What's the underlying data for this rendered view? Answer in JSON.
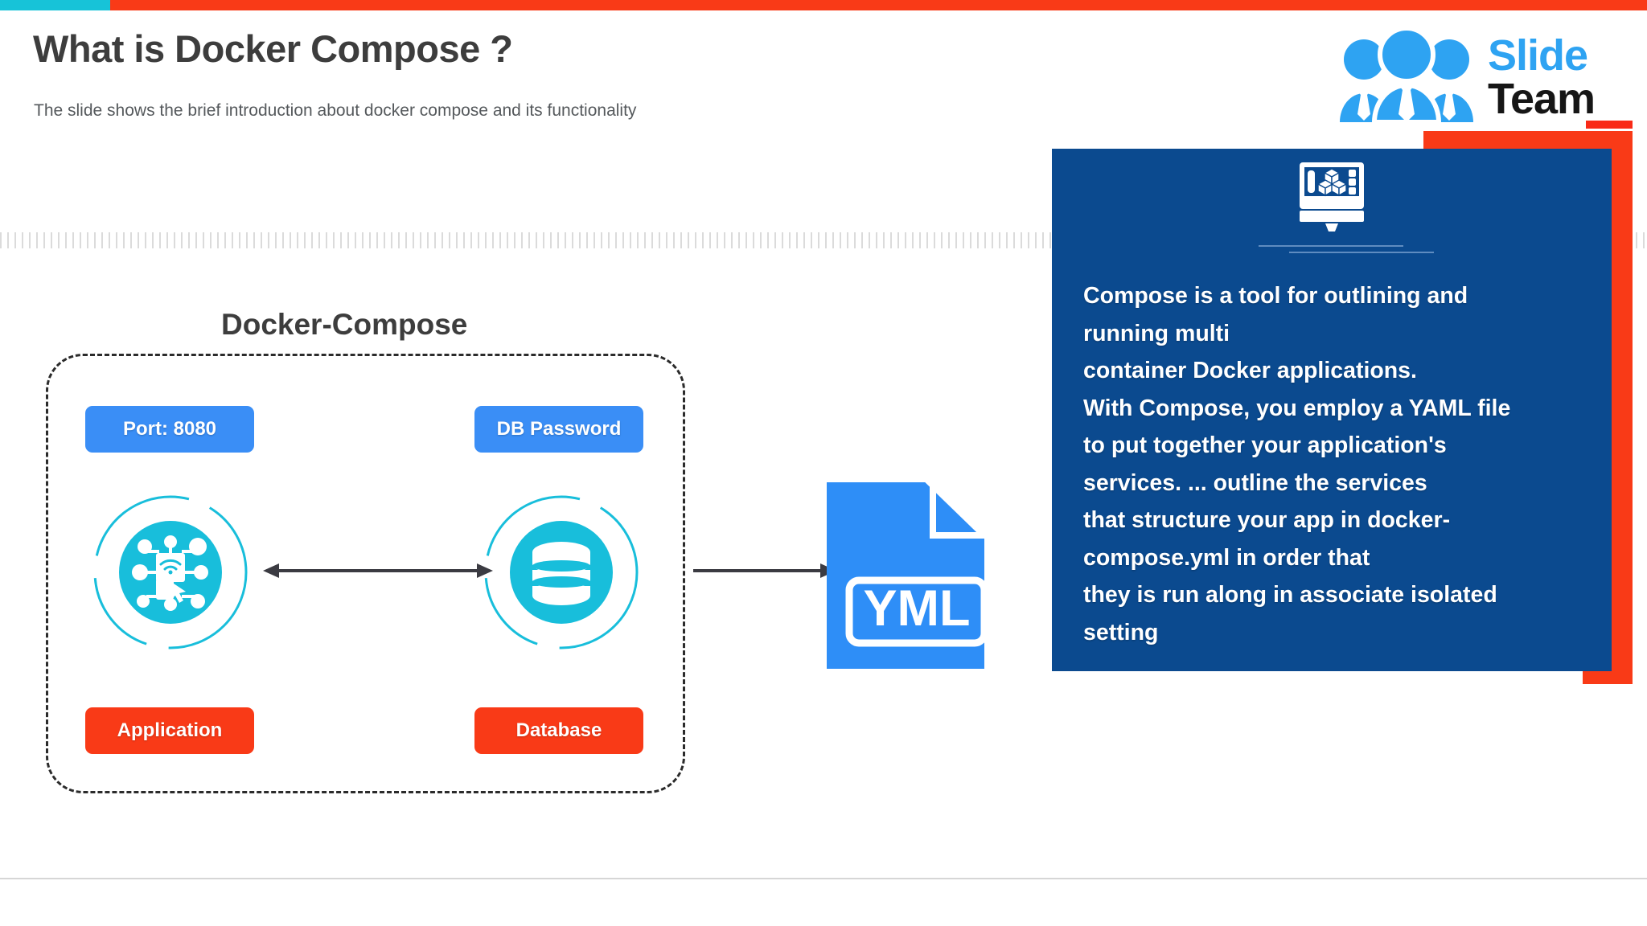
{
  "topbar": {
    "cyan": "#17c3d8",
    "red": "#f93a17"
  },
  "header": {
    "title": "What is Docker Compose ?",
    "subtitle": "The slide shows the brief introduction about docker compose and its functionality"
  },
  "logo": {
    "word_blue": "Slide",
    "word_black": "Team",
    "icon": "three-people-icon",
    "blue": "#2ea3f2",
    "black": "#161616",
    "red": "#f92a17"
  },
  "diagram": {
    "title": "Docker-Compose",
    "pills": {
      "port": "Port: 8080",
      "db_password": "DB Password",
      "application": "Application",
      "database": "Database"
    },
    "pill_blue": "#3a8ef6",
    "pill_red": "#f93a17",
    "icons": {
      "application": "application-network-icon",
      "database": "database-cylinder-icon",
      "file": "yml-file-icon"
    },
    "file_label": "YML",
    "arrows": {
      "bidirectional": "bidirectional-arrow",
      "unidirectional": "right-arrow"
    },
    "accent_cyan": "#18bedb"
  },
  "panel": {
    "background": "#0b4a8f",
    "accent": "#f93a17",
    "icon": "server-containers-monitor-icon",
    "lines": [
      "Compose is a tool for outlining and",
      "running multi",
      "container Docker applications.",
      "With Compose, you employ a YAML file",
      "to put together your application's",
      "services. ... outline the services",
      "that structure your app in docker-",
      "compose.yml in order that",
      "they is run along in associate isolated",
      "setting"
    ]
  }
}
